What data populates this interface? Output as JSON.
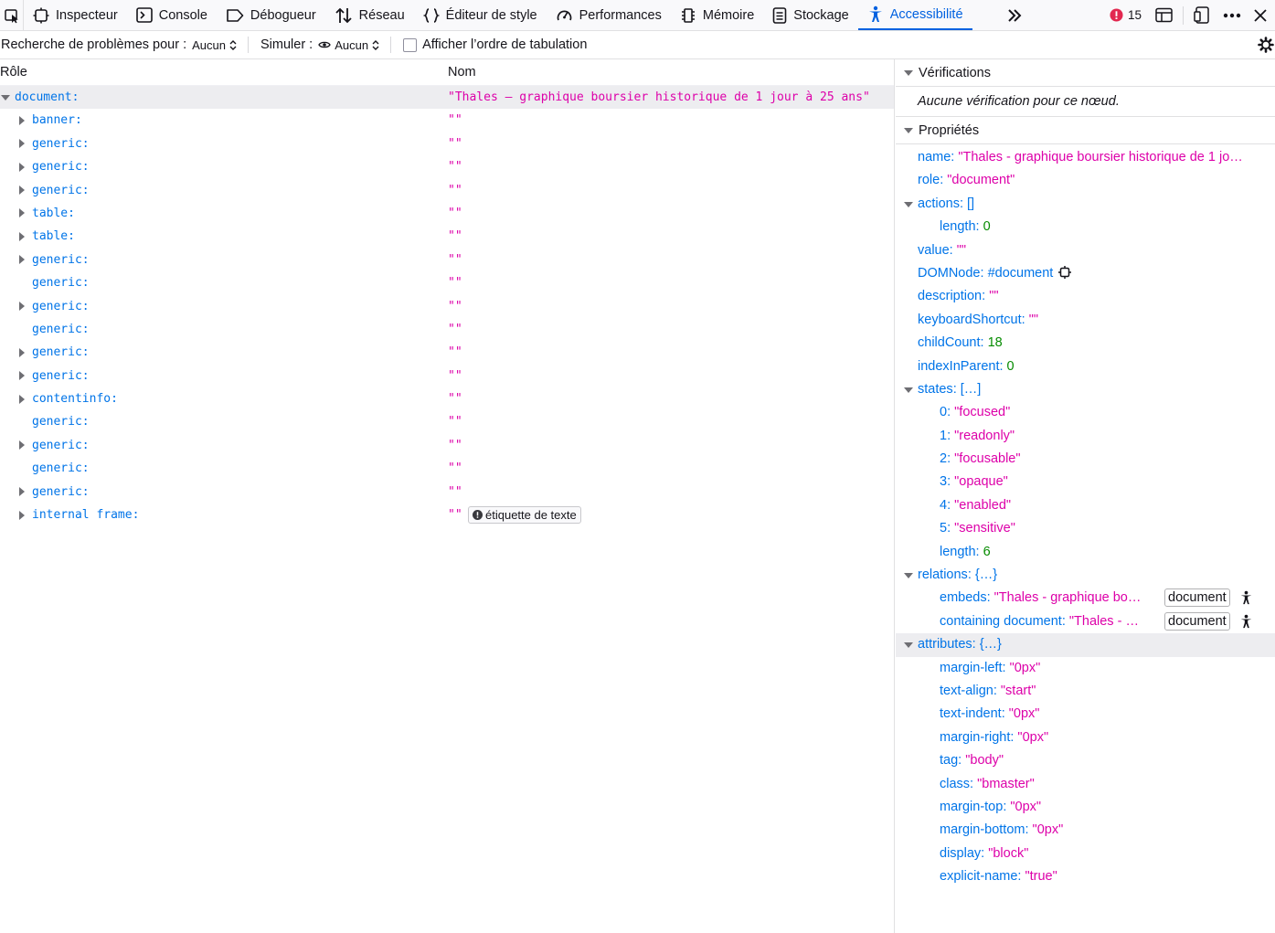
{
  "toolbar": {
    "tabs": [
      {
        "label": "Inspecteur",
        "icon": "inspector-icon"
      },
      {
        "label": "Console",
        "icon": "console-icon"
      },
      {
        "label": "Débogueur",
        "icon": "debugger-icon"
      },
      {
        "label": "Réseau",
        "icon": "network-icon"
      },
      {
        "label": "Éditeur de style",
        "icon": "style-editor-icon"
      },
      {
        "label": "Performances",
        "icon": "performance-icon"
      },
      {
        "label": "Mémoire",
        "icon": "memory-icon"
      },
      {
        "label": "Stockage",
        "icon": "storage-icon"
      },
      {
        "label": "Accessibilité",
        "icon": "accessibility-icon"
      }
    ],
    "selected_tab": "Accessibilité",
    "error_count": "15",
    "accent_color": "#0061e0",
    "error_color": "#e22850"
  },
  "subbar": {
    "check_label": "Recherche de problèmes pour :",
    "check_value": "Aucun",
    "simulate_label": "Simuler :",
    "simulate_value": "Aucun",
    "tab_order_label": "Afficher l’ordre de tabulation"
  },
  "tree": {
    "headers": {
      "role": "Rôle",
      "name": "Nom"
    },
    "rows": [
      {
        "role": "document:",
        "name": "\"Thales – graphique boursier historique de 1 jour à 25 ans\"",
        "twisty": "open",
        "level": 0,
        "selected": true
      },
      {
        "role": "banner:",
        "name": "\"\"",
        "twisty": "closed",
        "level": 1
      },
      {
        "role": "generic:",
        "name": "\"\"",
        "twisty": "closed",
        "level": 1
      },
      {
        "role": "generic:",
        "name": "\"\"",
        "twisty": "closed",
        "level": 1
      },
      {
        "role": "generic:",
        "name": "\"\"",
        "twisty": "closed",
        "level": 1
      },
      {
        "role": "table:",
        "name": "\"\"",
        "twisty": "closed",
        "level": 1
      },
      {
        "role": "table:",
        "name": "\"\"",
        "twisty": "closed",
        "level": 1
      },
      {
        "role": "generic:",
        "name": "\"\"",
        "twisty": "closed",
        "level": 1
      },
      {
        "role": "generic:",
        "name": "\"\"",
        "twisty": "none",
        "level": 1
      },
      {
        "role": "generic:",
        "name": "\"\"",
        "twisty": "closed",
        "level": 1
      },
      {
        "role": "generic:",
        "name": "\"\"",
        "twisty": "none",
        "level": 1
      },
      {
        "role": "generic:",
        "name": "\"\"",
        "twisty": "closed",
        "level": 1
      },
      {
        "role": "generic:",
        "name": "\"\"",
        "twisty": "closed",
        "level": 1
      },
      {
        "role": "contentinfo:",
        "name": "\"\"",
        "twisty": "closed",
        "level": 1
      },
      {
        "role": "generic:",
        "name": "\"\"",
        "twisty": "none",
        "level": 1
      },
      {
        "role": "generic:",
        "name": "\"\"",
        "twisty": "closed",
        "level": 1
      },
      {
        "role": "generic:",
        "name": "\"\"",
        "twisty": "none",
        "level": 1
      },
      {
        "role": "generic:",
        "name": "\"\"",
        "twisty": "closed",
        "level": 1
      },
      {
        "role": "internal frame:",
        "name": "\"\"",
        "twisty": "closed",
        "level": 1,
        "badge": "étiquette de texte"
      }
    ]
  },
  "sidebar": {
    "checks_title": "Vérifications",
    "checks_empty": "Aucune vérification pour ce nœud.",
    "props_title": "Propriétés",
    "props": [
      {
        "indent": 0,
        "key": "name",
        "value": "\"Thales - graphique boursier historique de 1 jo…",
        "type": "s"
      },
      {
        "indent": 0,
        "key": "role",
        "value": "\"document\"",
        "type": "s"
      },
      {
        "indent": 0,
        "key": "actions",
        "value": "[]",
        "type": "k",
        "twisty": true
      },
      {
        "indent": 1,
        "key": "length",
        "value": "0",
        "type": "n"
      },
      {
        "indent": 0,
        "key": "value",
        "value": "\"\"",
        "type": "s"
      },
      {
        "indent": 0,
        "key": "DOMNode",
        "value": "#document",
        "type": "k",
        "node_icon": true
      },
      {
        "indent": 0,
        "key": "description",
        "value": "\"\"",
        "type": "s"
      },
      {
        "indent": 0,
        "key": "keyboardShortcut",
        "value": "\"\"",
        "type": "s"
      },
      {
        "indent": 0,
        "key": "childCount",
        "value": "18",
        "type": "n"
      },
      {
        "indent": 0,
        "key": "indexInParent",
        "value": "0",
        "type": "n"
      },
      {
        "indent": 0,
        "key": "states",
        "value": "[…]",
        "type": "k",
        "twisty": true
      },
      {
        "indent": 1,
        "key": "0",
        "value": "\"focused\"",
        "type": "s"
      },
      {
        "indent": 1,
        "key": "1",
        "value": "\"readonly\"",
        "type": "s"
      },
      {
        "indent": 1,
        "key": "2",
        "value": "\"focusable\"",
        "type": "s"
      },
      {
        "indent": 1,
        "key": "3",
        "value": "\"opaque\"",
        "type": "s"
      },
      {
        "indent": 1,
        "key": "4",
        "value": "\"enabled\"",
        "type": "s"
      },
      {
        "indent": 1,
        "key": "5",
        "value": "\"sensitive\"",
        "type": "s"
      },
      {
        "indent": 1,
        "key": "length",
        "value": "6",
        "type": "n"
      },
      {
        "indent": 0,
        "key": "relations",
        "value": "{…}",
        "type": "k",
        "twisty": true
      },
      {
        "indent": 1,
        "key": "embeds",
        "value": "\"Thales - graphique bo…",
        "type": "s",
        "tag": "document"
      },
      {
        "indent": 1,
        "key": "containing document",
        "value": "\"Thales - …",
        "type": "s",
        "tag": "document"
      },
      {
        "indent": 0,
        "key": "attributes",
        "value": "{…}",
        "type": "k",
        "twisty": true,
        "highlight": true
      },
      {
        "indent": 1,
        "key": "margin-left",
        "value": "\"0px\"",
        "type": "s"
      },
      {
        "indent": 1,
        "key": "text-align",
        "value": "\"start\"",
        "type": "s"
      },
      {
        "indent": 1,
        "key": "text-indent",
        "value": "\"0px\"",
        "type": "s"
      },
      {
        "indent": 1,
        "key": "margin-right",
        "value": "\"0px\"",
        "type": "s"
      },
      {
        "indent": 1,
        "key": "tag",
        "value": "\"body\"",
        "type": "s"
      },
      {
        "indent": 1,
        "key": "class",
        "value": "\"bmaster\"",
        "type": "s"
      },
      {
        "indent": 1,
        "key": "margin-top",
        "value": "\"0px\"",
        "type": "s"
      },
      {
        "indent": 1,
        "key": "margin-bottom",
        "value": "\"0px\"",
        "type": "s"
      },
      {
        "indent": 1,
        "key": "display",
        "value": "\"block\"",
        "type": "s"
      },
      {
        "indent": 1,
        "key": "explicit-name",
        "value": "\"true\"",
        "type": "s"
      }
    ]
  }
}
